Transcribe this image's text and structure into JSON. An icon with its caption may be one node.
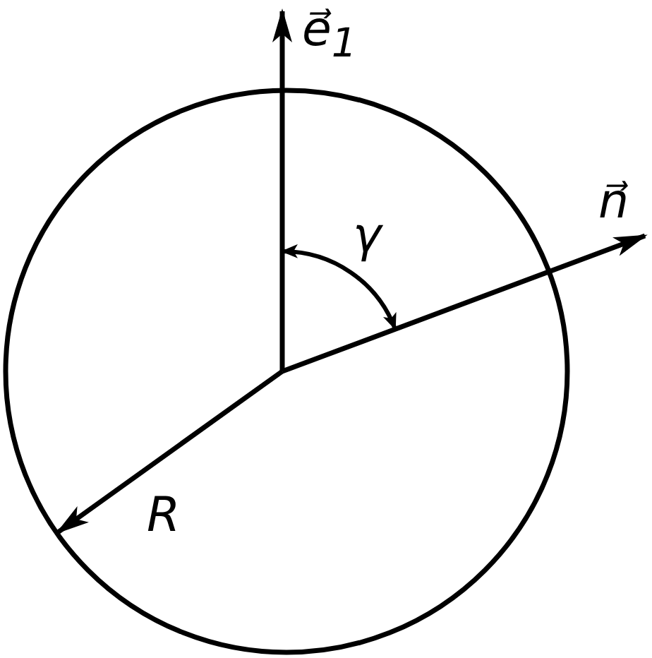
{
  "diagram": {
    "labels": [
      "e⃗$_{1}$",
      "γ",
      "n⃗",
      "R"
    ]
  }
}
